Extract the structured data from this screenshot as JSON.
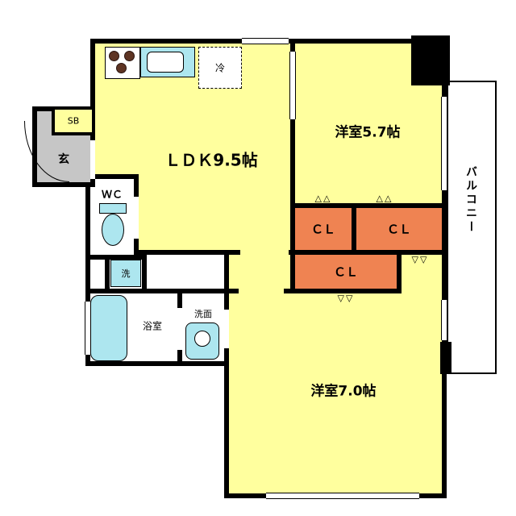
{
  "labels": {
    "ldk": "ＬＤＫ9.5帖",
    "bedroom_57": "洋室5.7帖",
    "bedroom_70": "洋室7.0帖",
    "balcony": "バルコニー",
    "closet": "ＣＬ",
    "entrance": "玄",
    "shoe_box": "SB",
    "toilet": "ＷＣ",
    "washer": "洗",
    "bathroom": "浴室",
    "washroom": "洗面",
    "refrigerator": "冷",
    "closet_door_mark_up": "△△",
    "closet_door_mark_down": "▽▽"
  },
  "colors": {
    "room_yellow": "#FFFF9E",
    "closet_orange": "#EF8352",
    "fixture_cyan": "#ADE6EF",
    "entrance_gray": "#C6C6C6",
    "wall_black": "#000000"
  }
}
